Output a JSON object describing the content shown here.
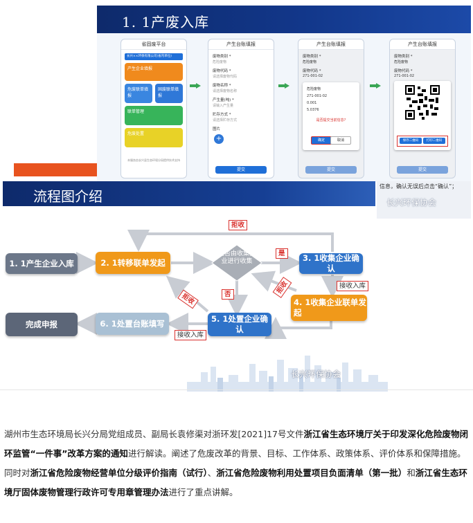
{
  "top_banner": {
    "title": "1. 1产废入库"
  },
  "screens": {
    "phone1": {
      "title": "省固废平台",
      "company": "长兴××环保有限公司(省内单位)",
      "tiles": [
        "产生企业填报",
        "危废联单填报",
        "固废联单填报",
        "联单管理",
        "危废处置"
      ],
      "footer": "本服务由长兴县生态环境分局提供技术支持"
    },
    "phone2": {
      "title": "产生台账填报",
      "fields": [
        {
          "label": "废物类别 *",
          "value": "危险废物"
        },
        {
          "label": "废物代码 *",
          "value": "请选择废物代码"
        },
        {
          "label": "废物名称 *",
          "value": "请选择废物名称"
        },
        {
          "label": "产生量(吨) *",
          "value": "请输入产生量"
        },
        {
          "label": "贮存方式 *",
          "value": "请选择贮存方式"
        }
      ],
      "photo_label": "图片",
      "submit": "提交"
    },
    "phone3": {
      "title": "产生台账填报",
      "fields": [
        {
          "label": "废物类别 *",
          "value": "危险废物"
        },
        {
          "label": "废物代码 *",
          "value": "271-001-02"
        }
      ],
      "dialog_rows": [
        "危险废物",
        "271-001-02",
        "0.001",
        "5.0376"
      ],
      "confirm_q": "是否提交当前信息?",
      "ok": "确定",
      "cancel": "取消",
      "submit": "提交"
    },
    "phone4": {
      "title": "产生台账填报",
      "fields": [
        {
          "label": "废物类别 *",
          "value": "危险废物"
        },
        {
          "label": "废物代码 *",
          "value": "271-001-02"
        }
      ],
      "qr_btn1": "保存二维码",
      "qr_btn2": "打印二维码",
      "submit": "提交"
    }
  },
  "section_banner": {
    "title": "流程图介绍"
  },
  "side_box": {
    "caption": "信息，确认无误后点击“确认”；",
    "watermark": "长兴环保协会"
  },
  "flow": {
    "nodes": {
      "n1": "1. 1产生企业入库",
      "n2": "2. 1转移联单发起",
      "n3": "是否由收集企业进行收集",
      "n4": "3. 1收集企业确认",
      "n5": "4. 1收集企业联单发起",
      "n6": "5. 1处置企业确认",
      "n7": "6. 1处置台账填写",
      "n8": "完成申报"
    },
    "labels": {
      "reject_top": "拒收",
      "yes": "是",
      "no": "否",
      "receive1": "接收入库",
      "reject_mid": "拒收",
      "reject_left": "拒收",
      "receive2": "接收入库"
    },
    "watermark": "长兴环保协会"
  },
  "article": {
    "p1": "湖州市生态环境局长兴分局党组成员、副局长袁修渠对浙环发[2021]17号文件",
    "b1": "浙江省生态环境厅关于印发深化危险废物闭环监管“一件事”改革方案的通知",
    "p2": "进行解读。阐述了危废改革的背景、目标、工作体系、政策体系、评价体系和保障措施。同时对",
    "b2": "浙江省危险废物经营单位分级评价指南（试行）",
    "p3": "、",
    "b3": "浙江省危险废物利用处置项目负面清单（第一批）",
    "p4": "和",
    "b4": "浙江省生态环境厅固体废物管理行政许可专用章管理办法",
    "p5": "进行了重点讲解。"
  }
}
